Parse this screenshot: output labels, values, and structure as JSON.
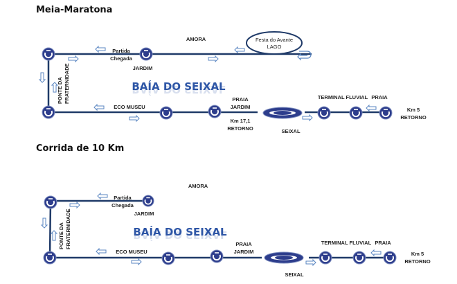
{
  "colors": {
    "road": "#1f3a68",
    "roundabout": "#2d3d8c",
    "arrow_stroke": "#5a86c2",
    "bay_text": "#2e56a6",
    "text": "#222222"
  },
  "maps": [
    {
      "id": "half-marathon",
      "title": "Meia-Maratona",
      "labels": {
        "amora": "AMORA",
        "partida": "Partida",
        "chegada": "Chegada",
        "jardim": "JARDIM",
        "ponte_1": "PONTE DA",
        "ponte_2": "FRATERNIDADE",
        "bay": "BAÍA DO SEIXAL",
        "eco_museu": "ECO MUSEU",
        "praia_jardim_1": "PRAIA",
        "praia_jardim_2": "JARDIM",
        "km_turn_1": "Km 17,1",
        "km_turn_2": "RETORNO",
        "seixal": "SEIXAL",
        "terminal": "TERMINAL FLUVIAL",
        "praia": "PRAIA",
        "km5_1": "Km 5",
        "km5_2": "RETORNO",
        "festa_1": "Festa do Avante",
        "festa_2": "LAGO"
      }
    },
    {
      "id": "10km",
      "title": "Corrida de 10 Km",
      "labels": {
        "amora": "AMORA",
        "partida": "Partida",
        "chegada": "Chegada",
        "jardim": "JARDIM",
        "ponte_1": "PONTE DA",
        "ponte_2": "FRATERNIDADE",
        "bay": "BAÍA DO SEIXAL",
        "eco_museu": "ECO MUSEU",
        "praia_jardim_1": "PRAIA",
        "praia_jardim_2": "JARDIM",
        "seixal": "SEIXAL",
        "terminal": "TERMINAL FLUVIAL",
        "praia": "PRAIA",
        "km5_1": "Km 5",
        "km5_2": "RETORNO"
      }
    }
  ]
}
